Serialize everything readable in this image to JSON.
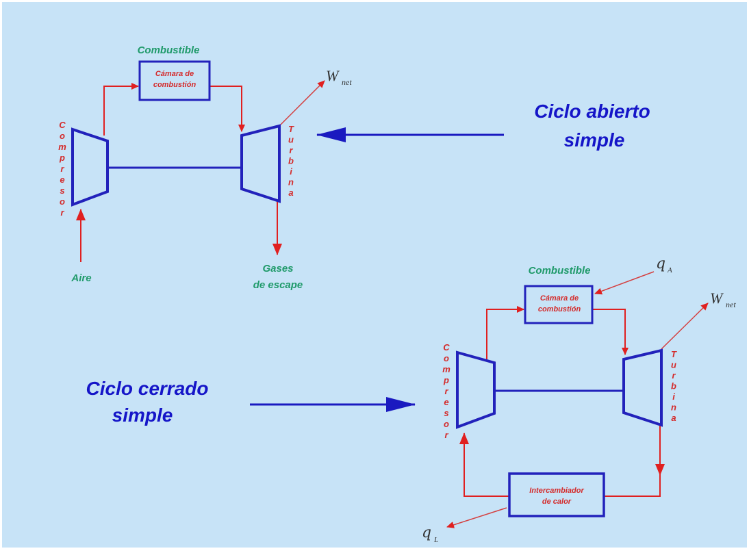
{
  "colors": {
    "background": "#c7e3f7",
    "component_blue": "#2222bb",
    "flow_red": "#e02020",
    "text_green": "#1f9a6a",
    "text_red": "#d42a2a",
    "text_blue": "#1515c8",
    "work_line": "#d44040"
  },
  "open_cycle": {
    "fuel_label": "Combustible",
    "combustor_line1": "Cámara de",
    "combustor_line2": "combustión",
    "compressor_label": "Compresor",
    "turbine_label": "Turbina",
    "work_symbol": "W",
    "work_subscript": "net",
    "air_label": "Aire",
    "exhaust_line1": "Gases",
    "exhaust_line2": "de escape",
    "title_line1": "Ciclo abierto",
    "title_line2": "simple"
  },
  "closed_cycle": {
    "fuel_label": "Combustible",
    "heat_in_symbol": "q",
    "heat_in_subscript": "A",
    "combustor_line1": "Cámara de",
    "combustor_line2": "combustión",
    "compressor_label": "Compresor",
    "turbine_label": "Turbina",
    "work_symbol": "W",
    "work_subscript": "net",
    "exchanger_line1": "Intercambiador",
    "exchanger_line2": "de calor",
    "heat_out_symbol": "q",
    "heat_out_subscript": "L",
    "title_line1": "Ciclo cerrado",
    "title_line2": "simple"
  }
}
